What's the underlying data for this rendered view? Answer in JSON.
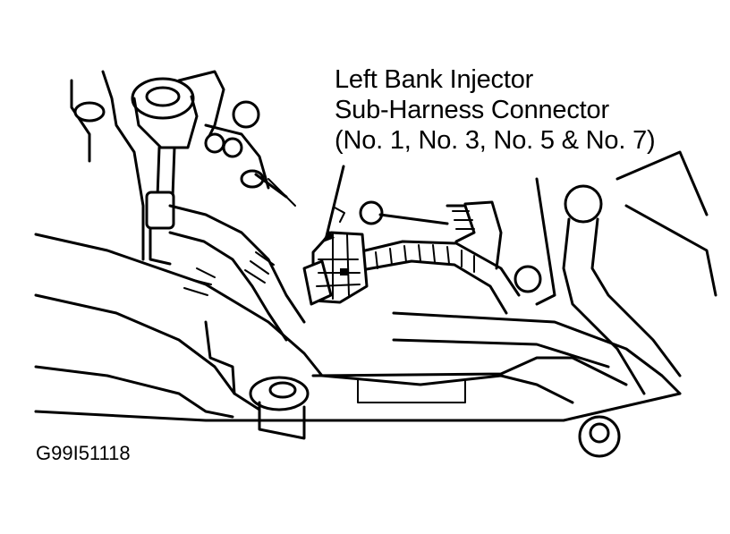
{
  "callout": {
    "line1": "Left Bank Injector",
    "line2": "Sub-Harness Connector",
    "line3": "(No. 1, No. 3, No. 5 & No. 7)"
  },
  "figure_id": "G99I51118",
  "colors": {
    "ink": "#000000",
    "paper": "#ffffff"
  }
}
